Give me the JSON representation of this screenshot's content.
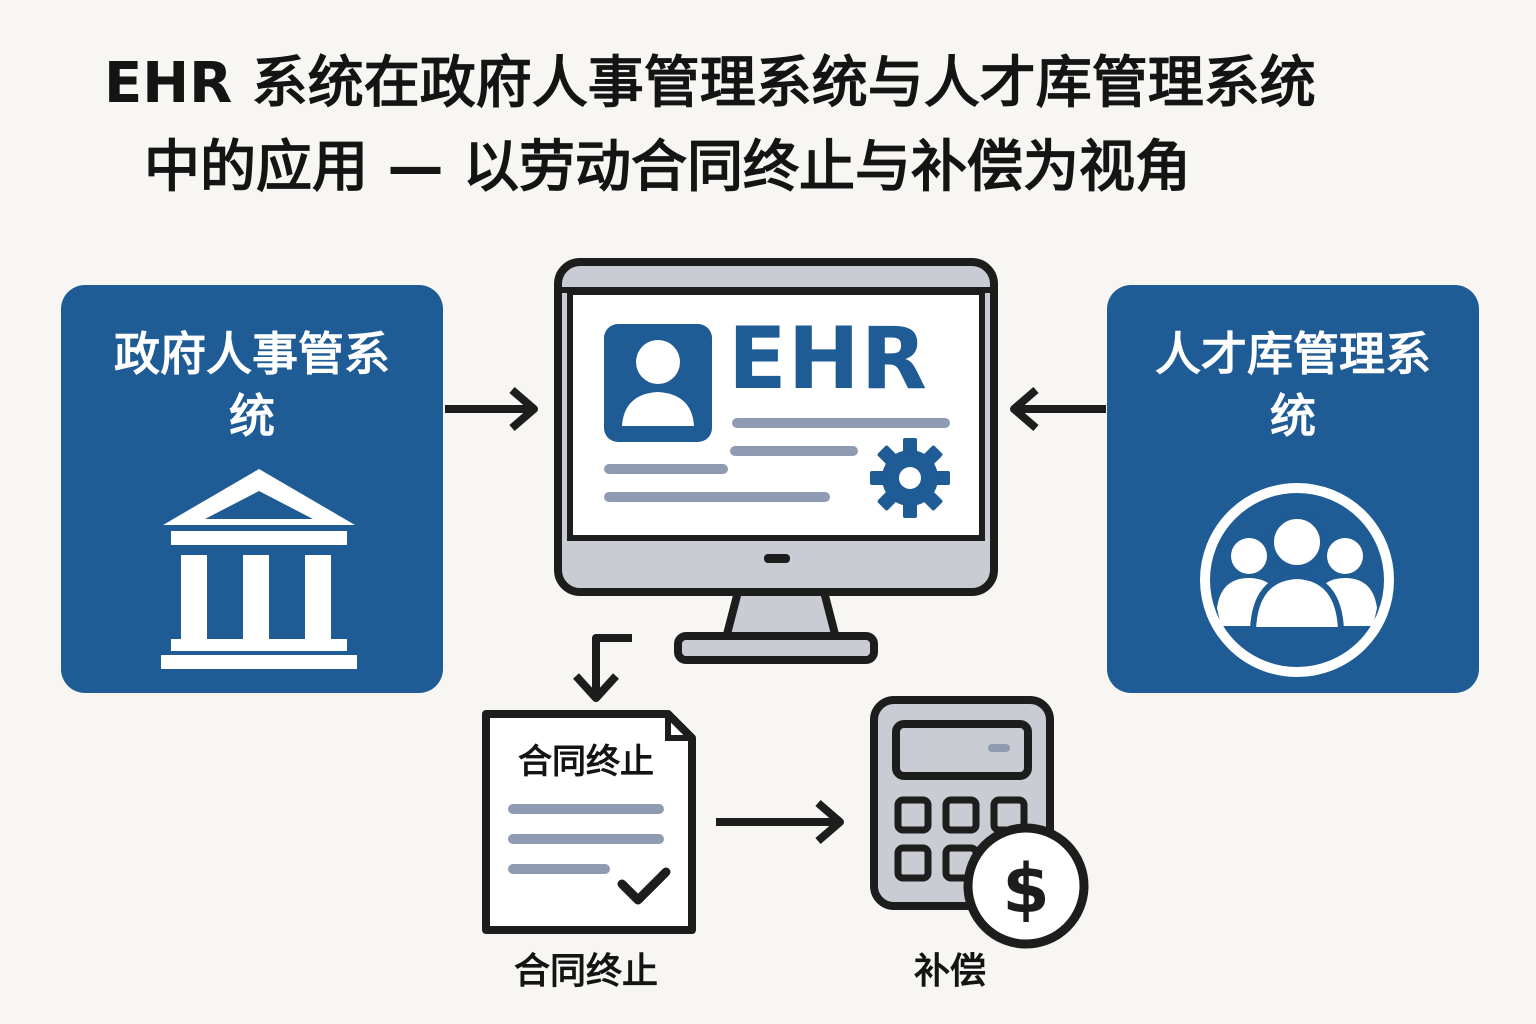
{
  "title": {
    "line1": "EHR 系统在政府人事管理系统与人才库管理系统",
    "line2": "中的应用 — 以劳动合同终止与补偿为视角"
  },
  "left_panel": {
    "label": "政府人事管系统",
    "icon": "government-building-icon"
  },
  "right_panel": {
    "label": "人才库管理系统",
    "icon": "people-group-icon"
  },
  "ehr_screen": {
    "label": "EHR",
    "icons": [
      "profile-card-icon",
      "gear-icon"
    ]
  },
  "contract": {
    "doc_title": "合同终止",
    "caption": "合同终止",
    "icon": "document-check-icon"
  },
  "compensation": {
    "caption": "补偿",
    "icon": "calculator-dollar-icon"
  },
  "colors": {
    "primary_blue": "#1f5b95",
    "background": "#f7f6f2",
    "outline": "#1d1d1d",
    "light_gray": "#c9ccd3",
    "line_gray": "#8f9bb2"
  }
}
